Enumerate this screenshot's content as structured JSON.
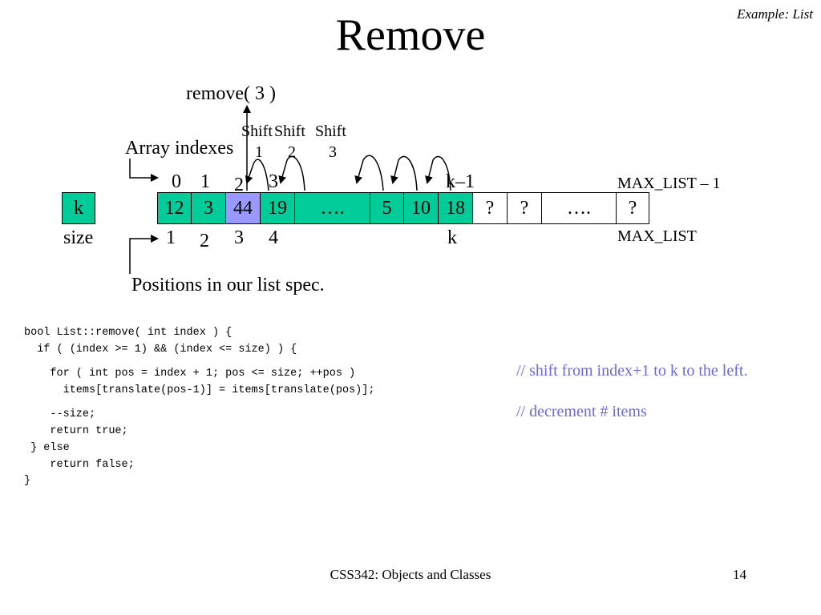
{
  "header": {
    "tag": "Example: List",
    "title": "Remove"
  },
  "diagram": {
    "call_label": "remove( 3 )",
    "shifts": [
      {
        "word": "Shift",
        "num": "1"
      },
      {
        "word": "Shift",
        "num": "2"
      },
      {
        "word": "Shift",
        "num": "3"
      }
    ],
    "array_indexes_label": "Array indexes",
    "index_labels": [
      "0",
      "1",
      "2",
      "3",
      "k–1",
      "MAX_LIST – 1"
    ],
    "size_cell": "k",
    "size_label": "size",
    "cells": [
      "12",
      "3",
      "44",
      "19",
      "….",
      "5",
      "10",
      "18",
      "?",
      "?",
      "….",
      "?"
    ],
    "position_labels": [
      "1",
      "2",
      "3",
      "4",
      "k",
      "MAX_LIST"
    ],
    "positions_label": "Positions in our list spec."
  },
  "code": {
    "lines": [
      "bool List::remove( int index ) {",
      "  if ( (index >= 1) && (index <= size) ) {",
      "    for ( int pos = index + 1; pos <= size; ++pos )",
      "      items[translate(pos-1)] = items[translate(pos)];",
      "    --size;",
      "    return true;",
      " } else",
      "    return false;",
      "}"
    ],
    "comments": [
      "// shift from index+1 to k to the left.",
      "// decrement # items"
    ]
  },
  "footer": {
    "course": "CSS342: Objects and Classes",
    "page": "14"
  },
  "colors": {
    "filled_cell": "#00cc99",
    "removed_cell": "#9999ff",
    "comment": "#6b6bd8"
  }
}
